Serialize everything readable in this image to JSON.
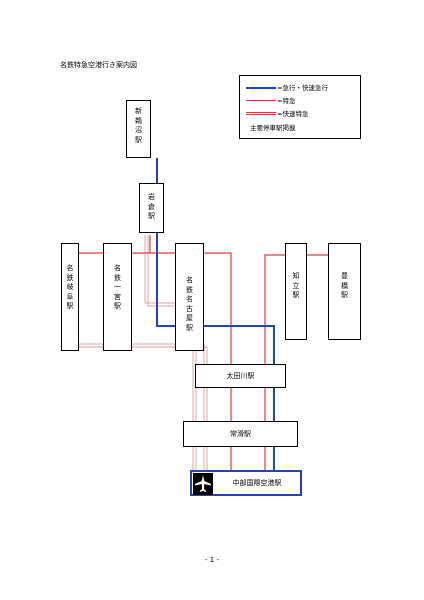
{
  "title": "名鉄特急空港行き案内図",
  "legend": {
    "items": [
      {
        "label": "=急行・快速急行",
        "color": "#1f47b8",
        "style": "solid"
      },
      {
        "label": "=特急",
        "color": "#e0393b",
        "style": "solid"
      },
      {
        "label": "=快速特急",
        "color": "#e0393b",
        "style": "double"
      }
    ],
    "note": "主要停車駅掲載"
  },
  "stations": {
    "shin_unuma": "新鵜沼駅",
    "iwakura": "岩倉駅",
    "meitetsu_gifu": "名鉄岐阜駅",
    "meitetsu_ichinomiya": "名鉄一宮駅",
    "meitetsu_nagoya": "名鉄名古屋駅",
    "chiryu": "知立駅",
    "toyohashi": "豊橋駅",
    "otagawa": "太田川駅",
    "tokoname": "常滑駅",
    "central_airport": "中部国際空港駅"
  },
  "icons": {
    "airport": "airplane-icon"
  },
  "colors": {
    "express": "#1f47b8",
    "limited_express": "#e0393b",
    "rapid_limited_express": "#e0393b"
  },
  "page_number": "- 1 -"
}
